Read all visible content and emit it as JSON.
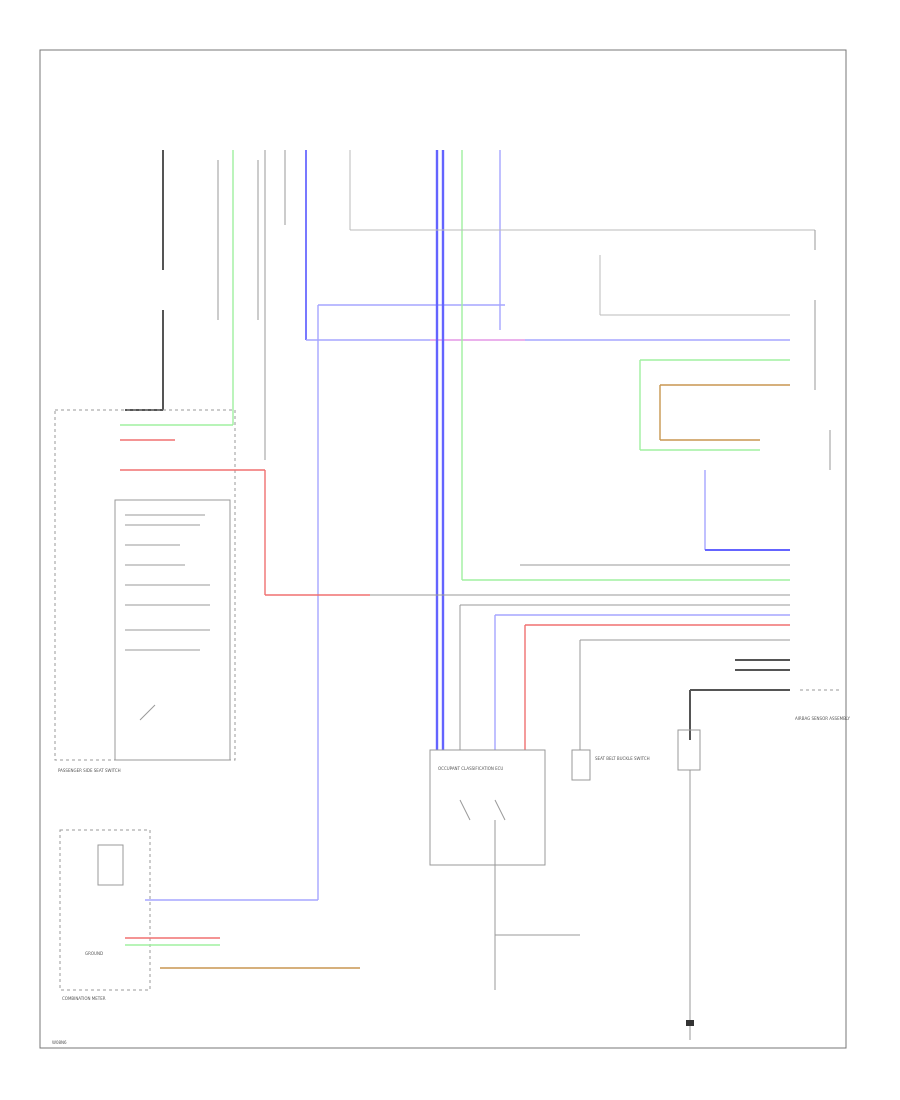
{
  "diagram": {
    "footer_code": "W08N6",
    "labels": {
      "left_component": "PASSENGER SIDE SEAT SWITCH",
      "combination_meter": "COMBINATION METER",
      "occupant_sensor": "OCCUPANT CLASSIFICATION ECU",
      "seat_belt_buckle": "SEAT BELT BUCKLE SWITCH",
      "airbag_sensor": "AIRBAG SENSOR ASSEMBLY",
      "ground_label": "GROUND"
    }
  },
  "colors": {
    "wire_blue": "#6464ff",
    "wire_light_blue": "#a6a6ff",
    "wire_green": "#a0f0a0",
    "wire_red": "#f07070",
    "wire_pink": "#f3a6e6",
    "wire_brown": "#c89650",
    "wire_black": "#555555",
    "wire_gray": "#999999",
    "frame": "#777777"
  }
}
